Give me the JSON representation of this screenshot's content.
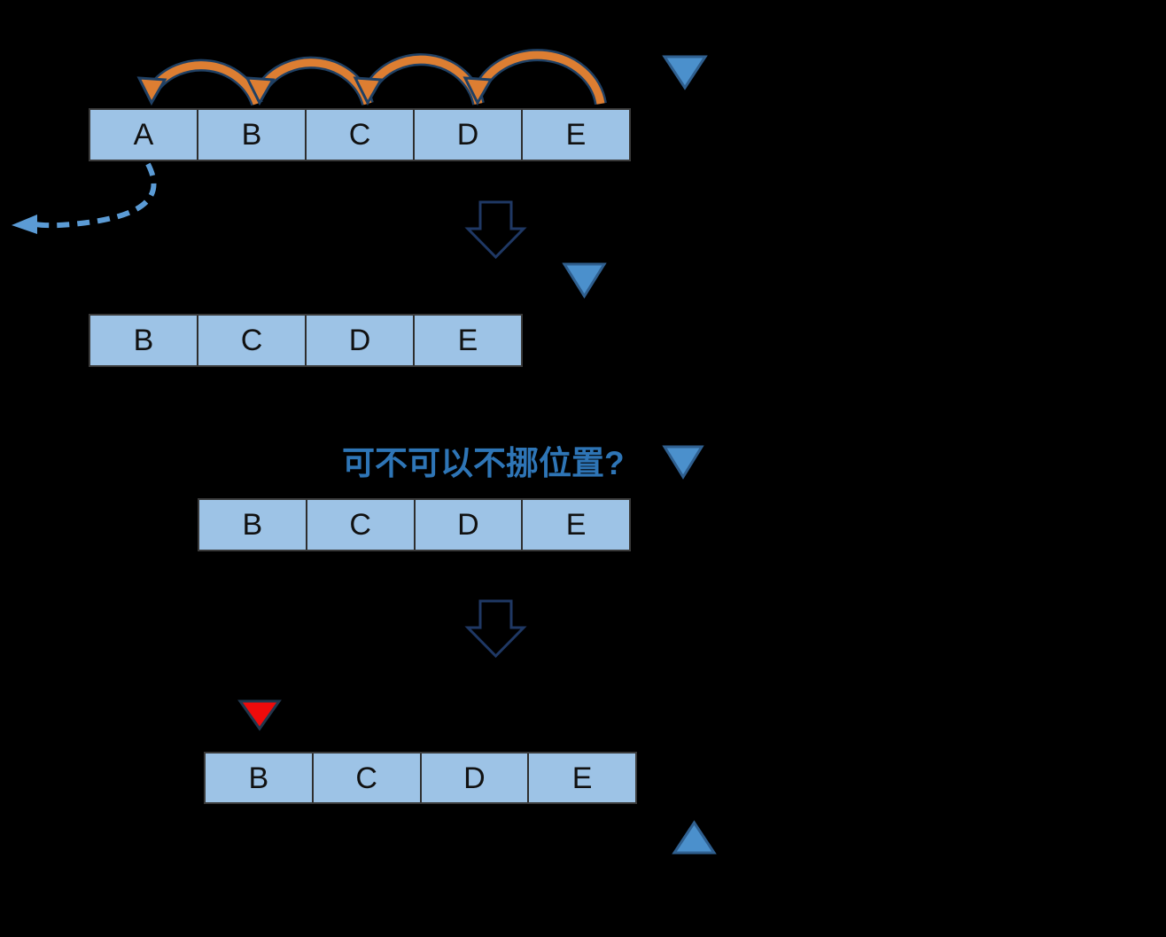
{
  "diagram": {
    "title_hint": "array element removal / shifting diagram",
    "rows": {
      "r1": {
        "cells": [
          "A",
          "B",
          "C",
          "D",
          "E"
        ]
      },
      "r2": {
        "cells": [
          "B",
          "C",
          "D",
          "E"
        ]
      },
      "r3": {
        "cells": [
          "B",
          "C",
          "D",
          "E"
        ]
      },
      "r4": {
        "cells": [
          "B",
          "C",
          "D",
          "E"
        ]
      }
    },
    "question": {
      "text": "可不可以不挪位置?"
    },
    "icons": {
      "jump_arrows": "orange arcs shifting each element one slot left",
      "removed_element_arrow": "dashed blue arrow, element A removed out of array",
      "pointer_triangles": "blue position markers",
      "red_pointer": "red marker above first element",
      "hollow_down_arrows": "transition arrows between steps"
    },
    "colors": {
      "background": "#000000",
      "cell_fill": "#9DC3E6",
      "cell_text": "#111111",
      "jump_arrow_orange": "#DD7E32",
      "outline_navy": "#1F4064",
      "pointer_blue_fill": "#4B90CC",
      "pointer_blue_stroke": "#2F5F8F",
      "dashed_arrow_blue": "#5B9BD5",
      "question_text_blue": "#2E75B6",
      "hollow_arrow_outline": "#1F3864",
      "red_pointer_fill": "#EE0B0B",
      "red_pointer_stroke": "#21374D"
    }
  }
}
